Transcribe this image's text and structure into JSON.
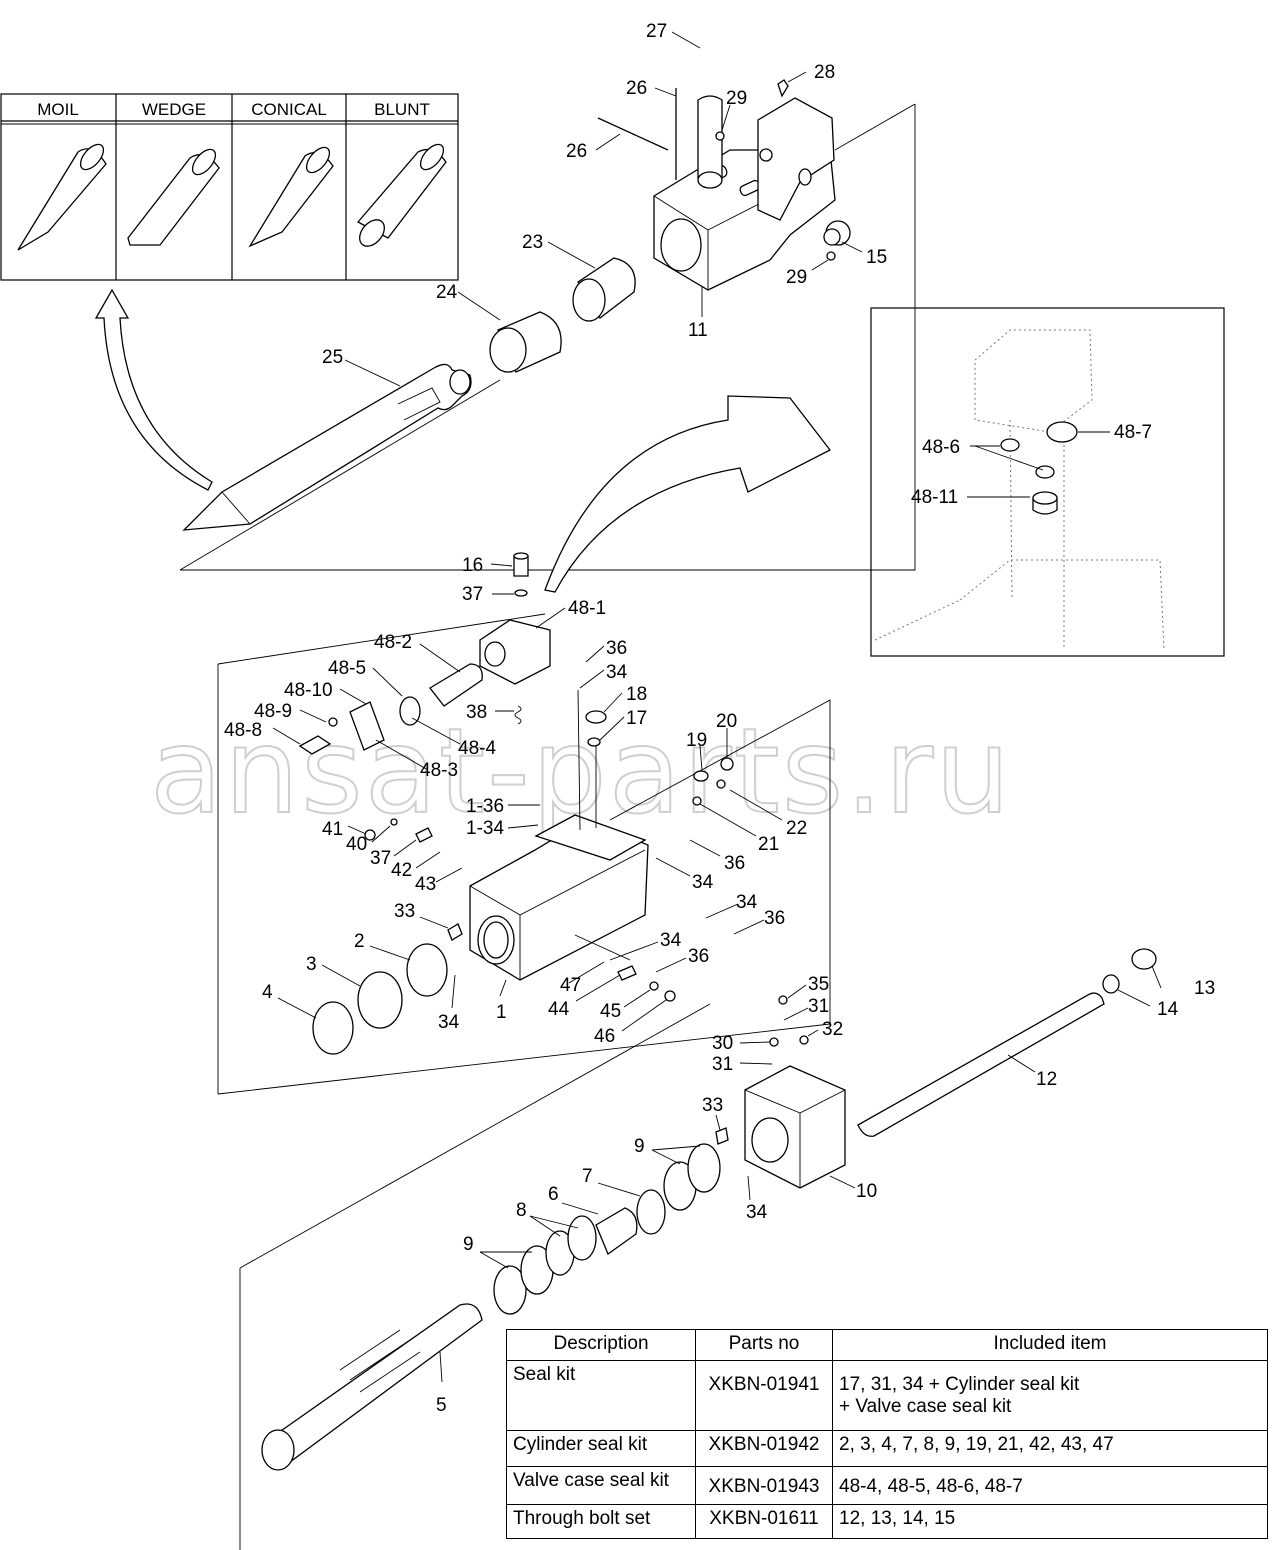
{
  "tool_types": [
    "MOIL",
    "WEDGE",
    "CONICAL",
    "BLUNT"
  ],
  "watermark": "ansat-parts.ru",
  "part_labels": {
    "p1": "1",
    "p1_34": "1-34",
    "p1_36": "1-36",
    "p2": "2",
    "p3": "3",
    "p4": "4",
    "p5": "5",
    "p6": "6",
    "p7": "7",
    "p8": "8",
    "p9a": "9",
    "p9b": "9",
    "p10": "10",
    "p11": "11",
    "p12": "12",
    "p13": "13",
    "p14": "14",
    "p15": "15",
    "p16": "16",
    "p17": "17",
    "p18": "18",
    "p19": "19",
    "p20": "20",
    "p21": "21",
    "p22": "22",
    "p23": "23",
    "p24": "24",
    "p25": "25",
    "p26a": "26",
    "p26b": "26",
    "p27": "27",
    "p28": "28",
    "p29a": "29",
    "p29b": "29",
    "p30": "30",
    "p31a": "31",
    "p31b": "31",
    "p32": "32",
    "p33a": "33",
    "p33b": "33",
    "p34a": "34",
    "p34b": "34",
    "p34c": "34",
    "p34d": "34",
    "p34e": "34",
    "p34f": "34",
    "p35": "35",
    "p36a": "36",
    "p36b": "36",
    "p36c": "36",
    "p36d": "36",
    "p37a": "37",
    "p37b": "37",
    "p38": "38",
    "p40": "40",
    "p41": "41",
    "p42": "42",
    "p43": "43",
    "p44": "44",
    "p45": "45",
    "p46": "46",
    "p47": "47",
    "p48_1": "48-1",
    "p48_2": "48-2",
    "p48_3": "48-3",
    "p48_4": "48-4",
    "p48_5": "48-5",
    "p48_6": "48-6",
    "p48_7": "48-7",
    "p48_8": "48-8",
    "p48_9": "48-9",
    "p48_10": "48-10",
    "p48_11": "48-11"
  },
  "kit_table": {
    "headers": {
      "description": "Description",
      "parts_no": "Parts no",
      "included": "Included item"
    },
    "rows": [
      {
        "description": "Seal kit",
        "parts_no": "XKBN-01941",
        "included_1": "17, 31, 34 + Cylinder seal kit",
        "included_2": "+ Valve case seal kit"
      },
      {
        "description": "Cylinder seal kit",
        "parts_no": "XKBN-01942",
        "included_1": "2, 3, 4, 7, 8, 9, 19, 21, 42, 43, 47",
        "included_2": ""
      },
      {
        "description": "Valve case seal kit",
        "parts_no": "XKBN-01943",
        "included_1": "48-4, 48-5, 48-6, 48-7",
        "included_2": ""
      },
      {
        "description": "Through bolt set",
        "parts_no": "XKBN-01611",
        "included_1": "12, 13, 14, 15",
        "included_2": ""
      }
    ]
  }
}
